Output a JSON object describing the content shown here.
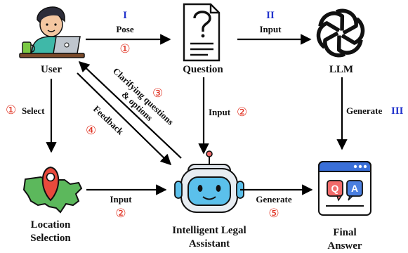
{
  "nodes": {
    "user": "User",
    "question": "Question",
    "llm": "LLM",
    "location_line1": "Location",
    "location_line2": "Selection",
    "assistant_line1": "Intelligent Legal",
    "assistant_line2": "Assistant",
    "final_line1": "Final",
    "final_line2": "Answer"
  },
  "edges": {
    "pose": {
      "roman": "I",
      "label": "Pose",
      "step": "①"
    },
    "input_llm": {
      "roman": "II",
      "label": "Input"
    },
    "generate_llm": {
      "roman": "III",
      "label": "Generate"
    },
    "select": {
      "step": "①",
      "label": "Select"
    },
    "input_question": {
      "label": "Input",
      "step": "②"
    },
    "input_location": {
      "label": "Input",
      "step": "②"
    },
    "generate_final": {
      "label": "Generate",
      "step": "⑤"
    },
    "clarify": {
      "line1": "Clarifying questions",
      "line2": "& options",
      "step": "③"
    },
    "feedback": {
      "label": "Feedback",
      "step": "④"
    }
  },
  "icons": {
    "user": "user-at-laptop-icon",
    "question": "question-document-icon",
    "llm": "openai-logo-icon",
    "location": "usa-map-pin-icon",
    "assistant": "robot-icon",
    "final": "qa-window-icon"
  },
  "colors": {
    "roman": "#2233cc",
    "step": "#e03020",
    "map": "#5cb85c",
    "pin": "#e84a3c",
    "robot_screen": "#5bc0eb",
    "window": "#3a6fd8",
    "q_badge": "#f26b6b",
    "a_badge": "#4b7fe0"
  }
}
